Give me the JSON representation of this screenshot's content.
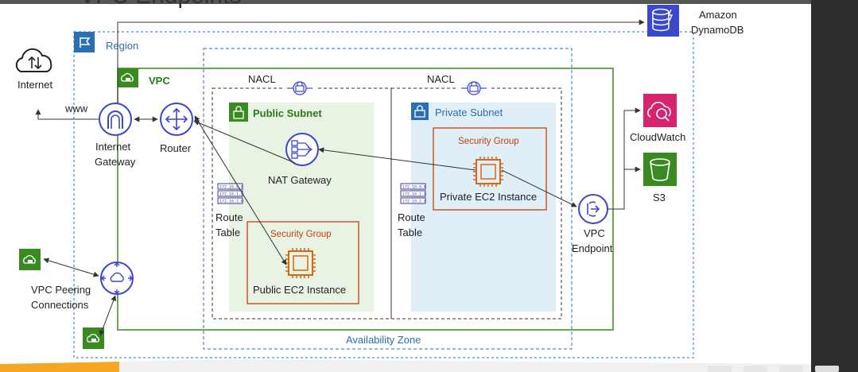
{
  "title_fragment": "VPC Endpoints",
  "colors": {
    "purple": "#3b48cc",
    "green": "#3a8a22",
    "orange": "#d86613",
    "security_red": "#c2410c",
    "region_blue": "#2a6fb5",
    "cloudwatch_pink": "#d6246e",
    "s3_green": "#3a8a22",
    "dynamodb_blue": "#3b48cc"
  },
  "labels": {
    "region": "Region",
    "vpc": "VPC",
    "internet": "Internet",
    "www": "www",
    "internet_gateway_1": "Internet",
    "internet_gateway_2": "Gateway",
    "router": "Router",
    "nacl_public": "NACL",
    "nacl_private": "NACL",
    "public_subnet": "Public Subnet",
    "private_subnet": "Private Subnet",
    "nat_gateway": "NAT Gateway",
    "security_group_private": "Security Group",
    "private_ec2": "Private EC2 Instance",
    "security_group_public": "Security Group",
    "public_ec2": "Public EC2 Instance",
    "route_table_public_1": "Route",
    "route_table_public_2": "Table",
    "route_table_private_1": "Route",
    "route_table_private_2": "Table",
    "vpc_endpoint_1": "VPC",
    "vpc_endpoint_2": "Endpoint",
    "cloudwatch": "CloudWatch",
    "s3": "S3",
    "dynamodb_1": "Amazon",
    "dynamodb_2": "DynamoDB",
    "vpc_peering_1": "VPC Peering",
    "vpc_peering_2": "Connections",
    "availability_zone": "Availability Zone"
  },
  "route_table_rows": [
    "172.16.0.0",
    "172.16.1.0",
    "172.16.2.0"
  ]
}
